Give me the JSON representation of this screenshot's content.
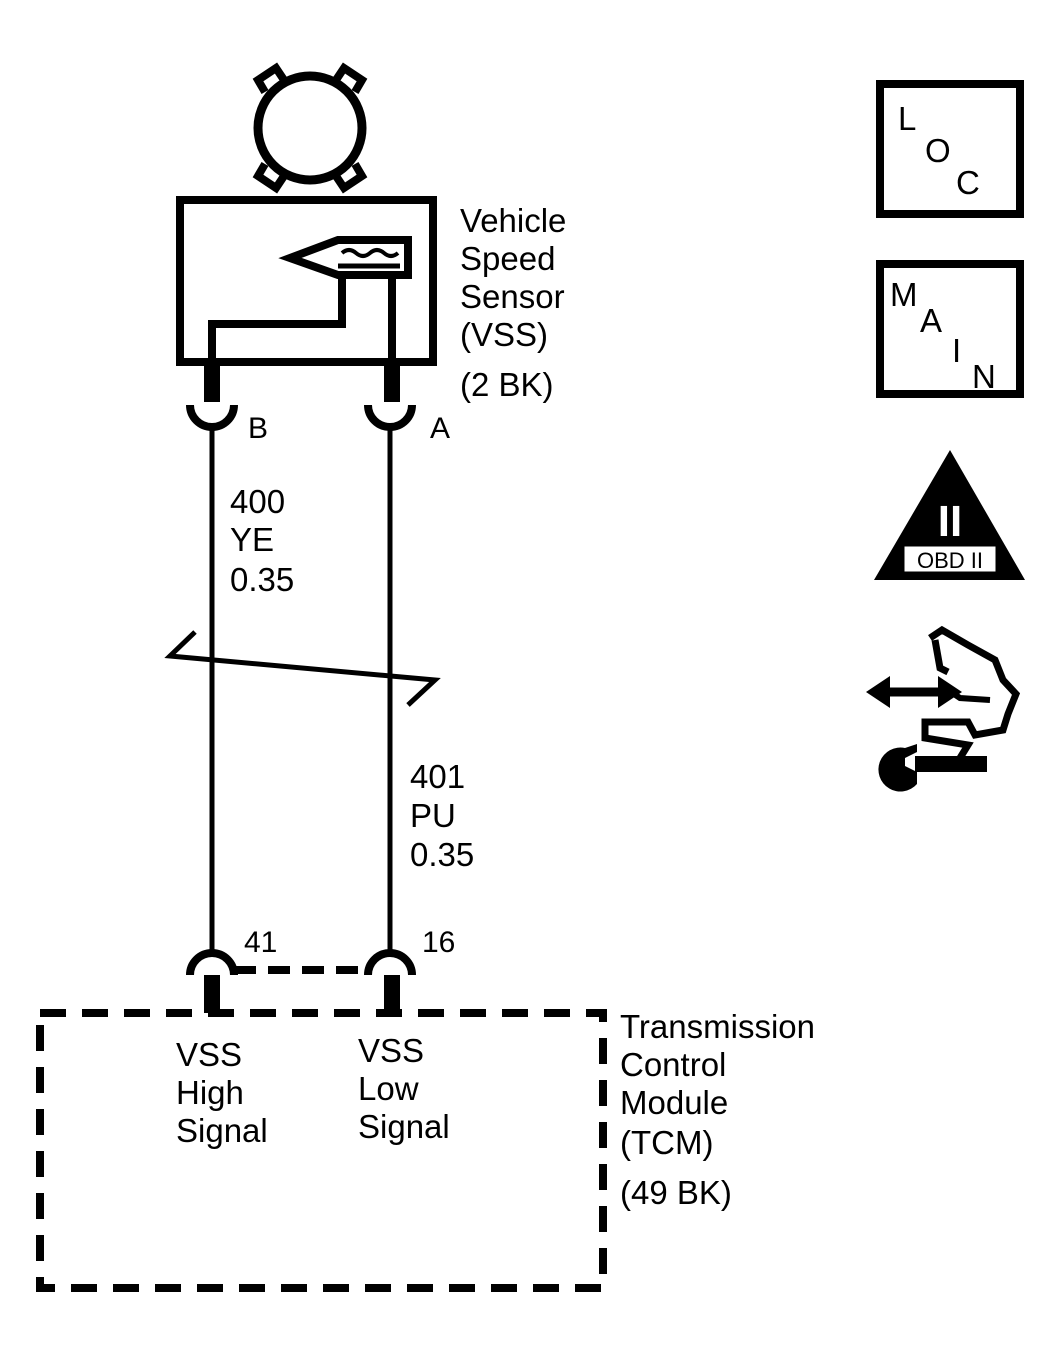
{
  "sensor": {
    "name_lines": [
      "Vehicle",
      "Speed",
      "Sensor",
      "(VSS)",
      "(2 BK)"
    ],
    "pin_b": "B",
    "pin_a": "A"
  },
  "wires": {
    "left": {
      "circuit": "400",
      "color": "YE",
      "gauge": "0.35"
    },
    "right": {
      "circuit": "401",
      "color": "PU",
      "gauge": "0.35"
    }
  },
  "module": {
    "name_lines": [
      "Transmission",
      "Control",
      "Module",
      "(TCM)",
      "(49 BK)"
    ],
    "pin_left": "41",
    "pin_right": "16",
    "left_signal_lines": [
      "VSS",
      "High",
      "Signal"
    ],
    "right_signal_lines": [
      "VSS",
      "Low",
      "Signal"
    ]
  },
  "side_icons": {
    "loc": {
      "letters": [
        "L",
        "O",
        "C"
      ],
      "icon": "location-icon"
    },
    "main": {
      "letters": [
        "M",
        "A",
        "I",
        "N"
      ],
      "icon": "main-icon"
    },
    "obd": {
      "label": "OBD II",
      "numeral": "II",
      "icon": "obd-ii-icon"
    },
    "nav": {
      "icon": "navigation-hand-icon"
    }
  }
}
